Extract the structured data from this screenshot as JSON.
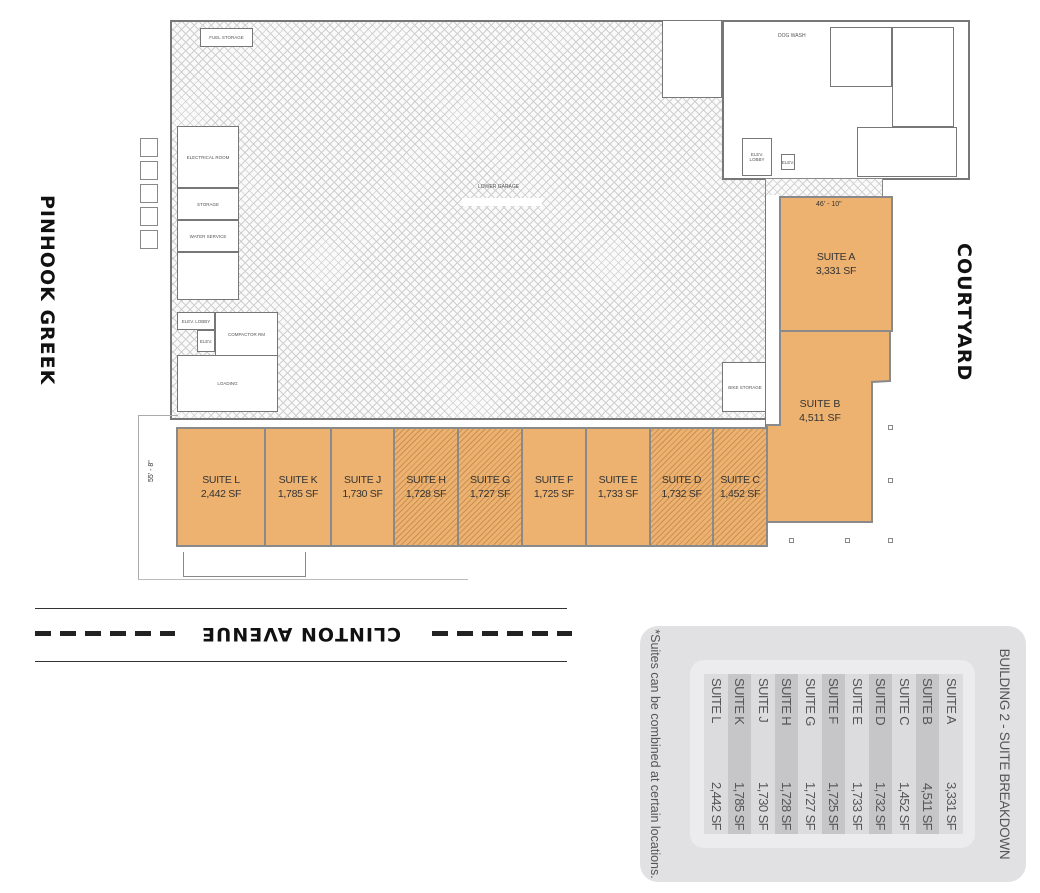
{
  "labels": {
    "west": "PINHOOK GREEK",
    "east": "COURTYARD",
    "street": "CLINTON AVENUE",
    "garage": "LOWER GARAGE",
    "rooms": {
      "fuel_storage": "FUEL STORAGE",
      "electrical_room": "ELECTRICAL ROOM",
      "storage": "STORAGE",
      "water_service": "WATER SERVICE",
      "elev_lobby_west": "ELEV. LOBBY",
      "elev_west": "ELEV.",
      "compactor_rm": "COMPACTOR RM",
      "loading": "LOADING",
      "dog_wash": "DOG WASH",
      "elev_lobby_east": "ELEV. LOBBY",
      "elev_east": "ELEV.",
      "bike_storage": "BIKE STORAGE"
    },
    "dimensions": {
      "suite_a_width": "46' - 10\"",
      "row_depth": "55' - 8\""
    }
  },
  "colors": {
    "suite_fill": "#edb170",
    "panel": "#e1e1e3"
  },
  "suites": [
    {
      "name": "SUITE A",
      "area": "3,331 SF",
      "hatched": false
    },
    {
      "name": "SUITE B",
      "area": "4,511 SF",
      "hatched": false
    },
    {
      "name": "SUITE C",
      "area": "1,452 SF",
      "hatched": true
    },
    {
      "name": "SUITE D",
      "area": "1,732 SF",
      "hatched": true
    },
    {
      "name": "SUITE E",
      "area": "1,733 SF",
      "hatched": false
    },
    {
      "name": "SUITE F",
      "area": "1,725 SF",
      "hatched": false
    },
    {
      "name": "SUITE G",
      "area": "1,727 SF",
      "hatched": true
    },
    {
      "name": "SUITE H",
      "area": "1,728 SF",
      "hatched": true
    },
    {
      "name": "SUITE J",
      "area": "1,730 SF",
      "hatched": false
    },
    {
      "name": "SUITE K",
      "area": "1,785 SF",
      "hatched": false
    },
    {
      "name": "SUITE L",
      "area": "2,442 SF",
      "hatched": false
    }
  ],
  "breakdown": {
    "title": "BUILDING 2 - SUITE BREAKDOWN",
    "rows": [
      {
        "suite": "SUITE A",
        "area": "3,331 SF"
      },
      {
        "suite": "SUITE B",
        "area": "4,511 SF"
      },
      {
        "suite": "SUITE C",
        "area": "1,452 SF"
      },
      {
        "suite": "SUITE D",
        "area": "1,732 SF"
      },
      {
        "suite": "SUITE E",
        "area": "1,733 SF"
      },
      {
        "suite": "SUITE F",
        "area": "1,725 SF"
      },
      {
        "suite": "SUITE G",
        "area": "1,727 SF"
      },
      {
        "suite": "SUITE H",
        "area": "1,728 SF"
      },
      {
        "suite": "SUITE J",
        "area": "1,730 SF"
      },
      {
        "suite": "SUITE K",
        "area": "1,785 SF"
      },
      {
        "suite": "SUITE L",
        "area": "2,442 SF"
      }
    ],
    "note": "*Suites can be combined at certain locations."
  }
}
